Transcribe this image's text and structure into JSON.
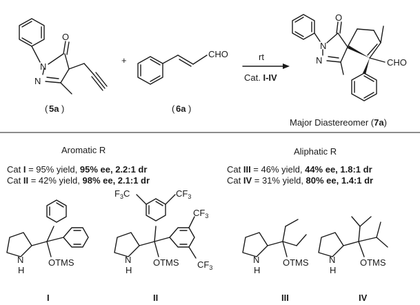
{
  "reaction": {
    "reactant1_label": "5a",
    "reactant2_label": "6a",
    "plus": "+",
    "cho": "CHO",
    "cond_top": "rt",
    "cond_bottom_pre": "Cat. ",
    "cond_bottom_bold": "I-IV",
    "product_caption": "Major Diastereomer (",
    "product_label": "7a",
    "product_caption_end": ")",
    "atoms": {
      "O": "O",
      "N": "N",
      "CHO": "CHO"
    }
  },
  "results": {
    "aromatic_header": "Aromatic R",
    "aliphatic_header": "Aliphatic R",
    "rows": [
      {
        "pre": "Cat ",
        "cat": "I",
        "mid": " = 95% yield, ",
        "bold": "95% ee, 2.2:1 dr"
      },
      {
        "pre": "Cat ",
        "cat": "II",
        "mid": " = 42% yield, ",
        "bold": "98% ee, 2.1:1 dr"
      },
      {
        "pre": "Cat ",
        "cat": "III",
        "mid": " = 46% yield, ",
        "bold": "44% ee, 1.8:1 dr"
      },
      {
        "pre": "Cat ",
        "cat": "IV",
        "mid": " = 31% yield, ",
        "bold": "80% ee, 1.4:1 dr"
      }
    ]
  },
  "catalysts": {
    "labels": [
      "I",
      "II",
      "III",
      "IV"
    ],
    "nh": "H",
    "n": "N",
    "otms": "OTMS",
    "cf3": "CF",
    "cf3_sub": "3",
    "f3c": "F",
    "f3c_sub": "3",
    "f3c_c": "C"
  }
}
